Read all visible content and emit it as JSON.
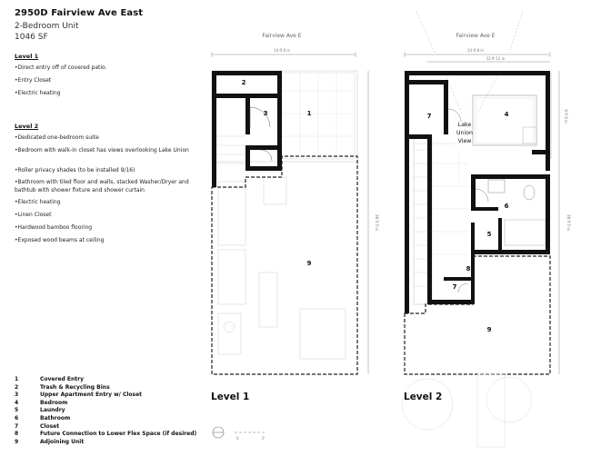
{
  "header": {
    "title": "2950D Fairview Ave East",
    "unit_type": "2-Bedroom Unit",
    "area": "1046 SF"
  },
  "level1_notes": {
    "heading": "Level 1",
    "items": [
      "•Direct entry off of covered patio.",
      "•Entry Closet",
      "•Electric heating"
    ]
  },
  "level2_notes": {
    "heading": "Level 2",
    "items": [
      "•Dedicated one-bedroom suite",
      "•Bedroom with walk-in closet has views overlooking Lake Union",
      "•Roller privacy shades (to be installed 9/16)",
      "•Bathroom with tiled floor and walls, stacked Washer/Dryer and bathtub with shower fixture and shower curtain",
      "•Electric heating",
      "•Linen Closet",
      "•Hardwood bamboo flooring",
      "•Exposed wood beams at ceiling"
    ]
  },
  "legend": [
    {
      "num": "1",
      "label": "Covered Entry"
    },
    {
      "num": "2",
      "label": "Trash & Recycling Bins"
    },
    {
      "num": "3",
      "label": "Upper Apartment Entry w/ Closet"
    },
    {
      "num": "4",
      "label": "Bedroom"
    },
    {
      "num": "5",
      "label": "Laundry"
    },
    {
      "num": "6",
      "label": "Bathroom"
    },
    {
      "num": "7",
      "label": "Closet"
    },
    {
      "num": "8",
      "label": "Future Connection to Lower Flex Space (if desired)"
    },
    {
      "num": "9",
      "label": "Adjoining Unit"
    }
  ],
  "plan_level1": {
    "label": "Level 1",
    "street": "Fairview Ave E",
    "dim_width": "14 ft 8 in",
    "dim_depth": "38 ft 5 in",
    "rooms": {
      "r1": "1",
      "r2": "2",
      "r3": "3",
      "r9": "9"
    }
  },
  "plan_level2": {
    "label": "Level 2",
    "street": "Fairview Ave E",
    "dim_width": "14 ft 8 in",
    "dim_width_inner": "12 ft 11 in",
    "dim_depth": "38 ft 5 in",
    "dim_bedroom": "9 ft 9 in",
    "rooms": {
      "r4": "4",
      "r5": "5",
      "r6": "6",
      "r7a": "7",
      "r7b": "7",
      "r8": "8",
      "r9": "9"
    },
    "view_lines": [
      "Lake",
      "Union",
      "View"
    ]
  },
  "scale_bar": {
    "start": "0",
    "end": "5'"
  }
}
